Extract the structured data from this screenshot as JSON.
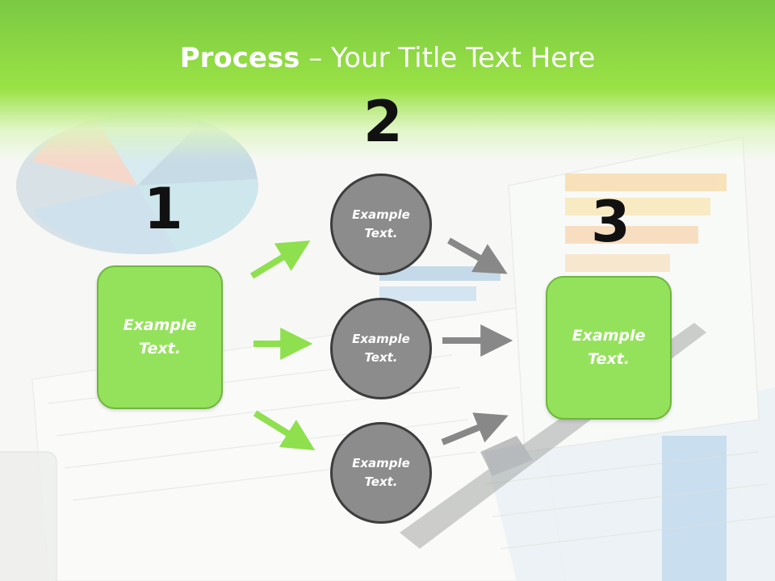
{
  "title": {
    "bold": "Process",
    "rest": " – Your Title Text Here"
  },
  "steps": [
    {
      "number": "1",
      "text": "Example\nText."
    },
    {
      "number": "2",
      "text": "Example\nText."
    },
    {
      "number": "3",
      "text": "Example\nText."
    }
  ],
  "circles": [
    {
      "text": "Example\nText."
    },
    {
      "text": "Example\nText."
    },
    {
      "text": "Example\nText."
    }
  ],
  "colors": {
    "green": "#94e25c",
    "green_border": "#6fb63d",
    "circle_fill": "#8c8c8c",
    "circle_border": "#3d3d3d",
    "arrow_green": "#8ee04e",
    "arrow_gray": "#888888"
  }
}
